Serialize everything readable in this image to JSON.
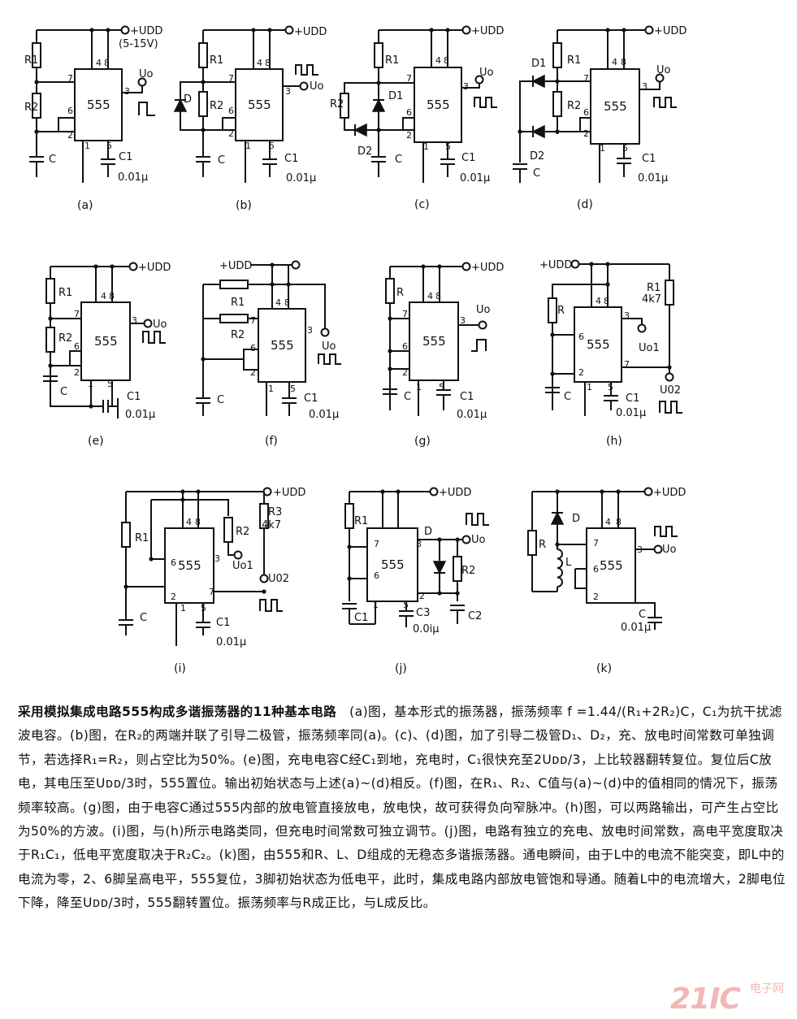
{
  "labels": {
    "udd": "+UDD",
    "udd_range": "(5-15V)",
    "ic": "555",
    "c1": "C1",
    "c1_value": "0.01μ",
    "c1_value_j": "0.0iμ",
    "c": "C",
    "r1": "R1",
    "r2": "R2",
    "r3": "R3",
    "r": "R",
    "l": "L",
    "d": "D",
    "d1": "D1",
    "d2": "D2",
    "c2": "C2",
    "c3": "C3",
    "r1_value": "4k7",
    "r3_value": "4k7",
    "uo": "Uo",
    "uo1": "Uo1",
    "uo2": "U02"
  },
  "panels": [
    {
      "id": "a",
      "label": "(a)"
    },
    {
      "id": "b",
      "label": "(b)"
    },
    {
      "id": "c",
      "label": "(c)"
    },
    {
      "id": "d",
      "label": "(d)"
    },
    {
      "id": "e",
      "label": "(e)"
    },
    {
      "id": "f",
      "label": "(f)"
    },
    {
      "id": "g",
      "label": "(g)"
    },
    {
      "id": "h",
      "label": "(h)"
    },
    {
      "id": "i",
      "label": "(i)"
    },
    {
      "id": "j",
      "label": "(j)"
    },
    {
      "id": "k",
      "label": "(k)"
    }
  ],
  "caption": {
    "title": "采用模拟集成电路555构成多谐振荡器的11种基本电路",
    "body": "(a)图，基本形式的振荡器，振荡频率 f =1.44/(R₁+2R₂)C，C₁为抗干扰滤波电容。(b)图，在R₂的两端并联了引导二极管，振荡频率同(a)。(c)、(d)图，加了引导二极管D₁、D₂，充、放电时间常数可单独调节，若选择R₁=R₂，则占空比为50%。(e)图，充电电容C经C₁到地，充电时，C₁很快充至2Uᴅᴅ/3，上比较器翻转复位。复位后C放电，其电压至Uᴅᴅ/3时，555置位。输出初始状态与上述(a)~(d)相反。(f)图，在R₁、R₂、C值与(a)~(d)中的值相同的情况下，振荡频率较高。(g)图，由于电容C通过555内部的放电管直接放电，放电快，故可获得负向窄脉冲。(h)图，可以两路输出，可产生占空比为50%的方波。(i)图，与(h)所示电路类同，但充电时间常数可独立调节。(j)图，电路有独立的充电、放电时间常数，高电平宽度取决于R₁C₁，低电平宽度取决于R₂C₂。(k)图，由555和R、L、D组成的无稳态多谐振荡器。通电瞬间，由于L中的电流不能突变，即L中的电流为零，2、6脚呈高电平，555复位，3脚初始状态为低电平，此时，集成电路内部放电管饱和导通。随着L中的电流增大，2脚电位下降，降至Uᴅᴅ/3时，555翻转置位。振荡频率与R成正比，与L成反比。"
  },
  "watermark": {
    "main": "21IC",
    "sub": "电子网"
  }
}
